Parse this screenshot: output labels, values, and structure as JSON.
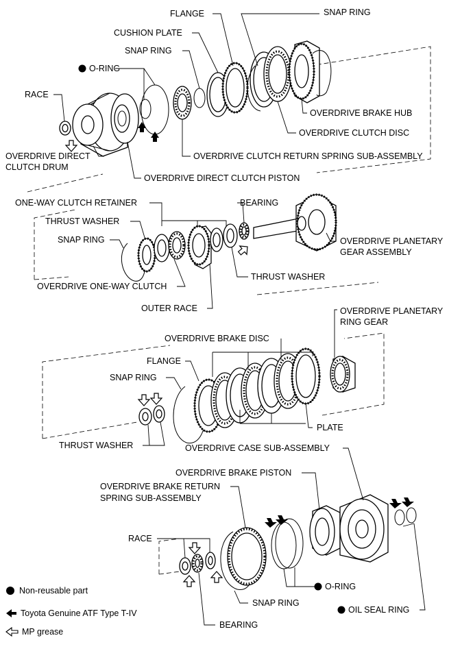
{
  "labels": {
    "flange_top": "FLANGE",
    "snap_ring_top": "SNAP RING",
    "cushion_plate": "CUSHION PLATE",
    "snap_ring_2": "SNAP RING",
    "o_ring_top": "O-RING",
    "race_top": "RACE",
    "od_brake_hub": "OVERDRIVE BRAKE HUB",
    "od_clutch_disc": "OVERDRIVE CLUTCH DISC",
    "od_clutch_return_spring": "OVERDRIVE CLUTCH RETURN SPRING SUB-ASSEMBLY",
    "od_direct_clutch_drum": "OVERDRIVE DIRECT CLUTCH DRUM",
    "od_direct_clutch_piston": "OVERDRIVE DIRECT CLUTCH PISTON",
    "one_way_clutch_retainer": "ONE-WAY CLUTCH RETAINER",
    "bearing_mid": "BEARING",
    "thrust_washer_mid": "THRUST WASHER",
    "snap_ring_mid": "SNAP RING",
    "od_planetary_gear_assembly": "OVERDRIVE PLANETARY GEAR ASSEMBLY",
    "thrust_washer_mid2": "THRUST WASHER",
    "od_one_way_clutch": "OVERDRIVE ONE-WAY CLUTCH",
    "outer_race": "OUTER RACE",
    "od_planetary_ring_gear": "OVERDRIVE PLANETARY RING GEAR",
    "od_brake_disc": "OVERDRIVE BRAKE DISC",
    "flange_low": "FLANGE",
    "snap_ring_low": "SNAP RING",
    "plate": "PLATE",
    "thrust_washer_low": "THRUST WASHER",
    "od_case_sub_assembly": "OVERDRIVE CASE SUB-ASSEMBLY",
    "od_brake_piston": "OVERDRIVE BRAKE PISTON",
    "od_brake_return_spring": "OVERDRIVE BRAKE RETURN SPRING SUB-ASSEMBLY",
    "race_bottom": "RACE",
    "o_ring_bottom": "O-RING",
    "snap_ring_bottom": "SNAP RING",
    "oil_seal_ring": "OIL SEAL RING",
    "bearing_bottom": "BEARING"
  },
  "legend": {
    "non_reusable": "Non-reusable part",
    "atf": "Toyota Genuine ATF Type T-IV",
    "mp_grease": "MP grease"
  }
}
